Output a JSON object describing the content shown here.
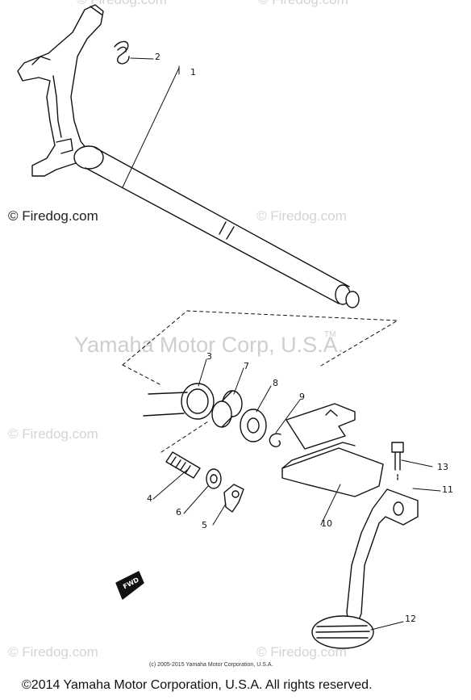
{
  "watermarks": {
    "firedog": "© Firedog.com",
    "yamaha": "Yamaha Motor Corp, U.S.A.",
    "tm": "TM"
  },
  "callouts": {
    "c1": "1",
    "c2": "2",
    "c3": "3",
    "c4": "4",
    "c5": "5",
    "c6": "6",
    "c7": "7",
    "c8": "8",
    "c9": "9",
    "c10": "10",
    "c11": "11",
    "c12": "12",
    "c13": "13"
  },
  "fwd_label": "FWD",
  "copyright_small": "(c) 2005-2015 Yamaha Motor Corporation, U.S.A.",
  "copyright_footer": "©2014 Yamaha Motor Corporation, U.S.A. All rights reserved."
}
